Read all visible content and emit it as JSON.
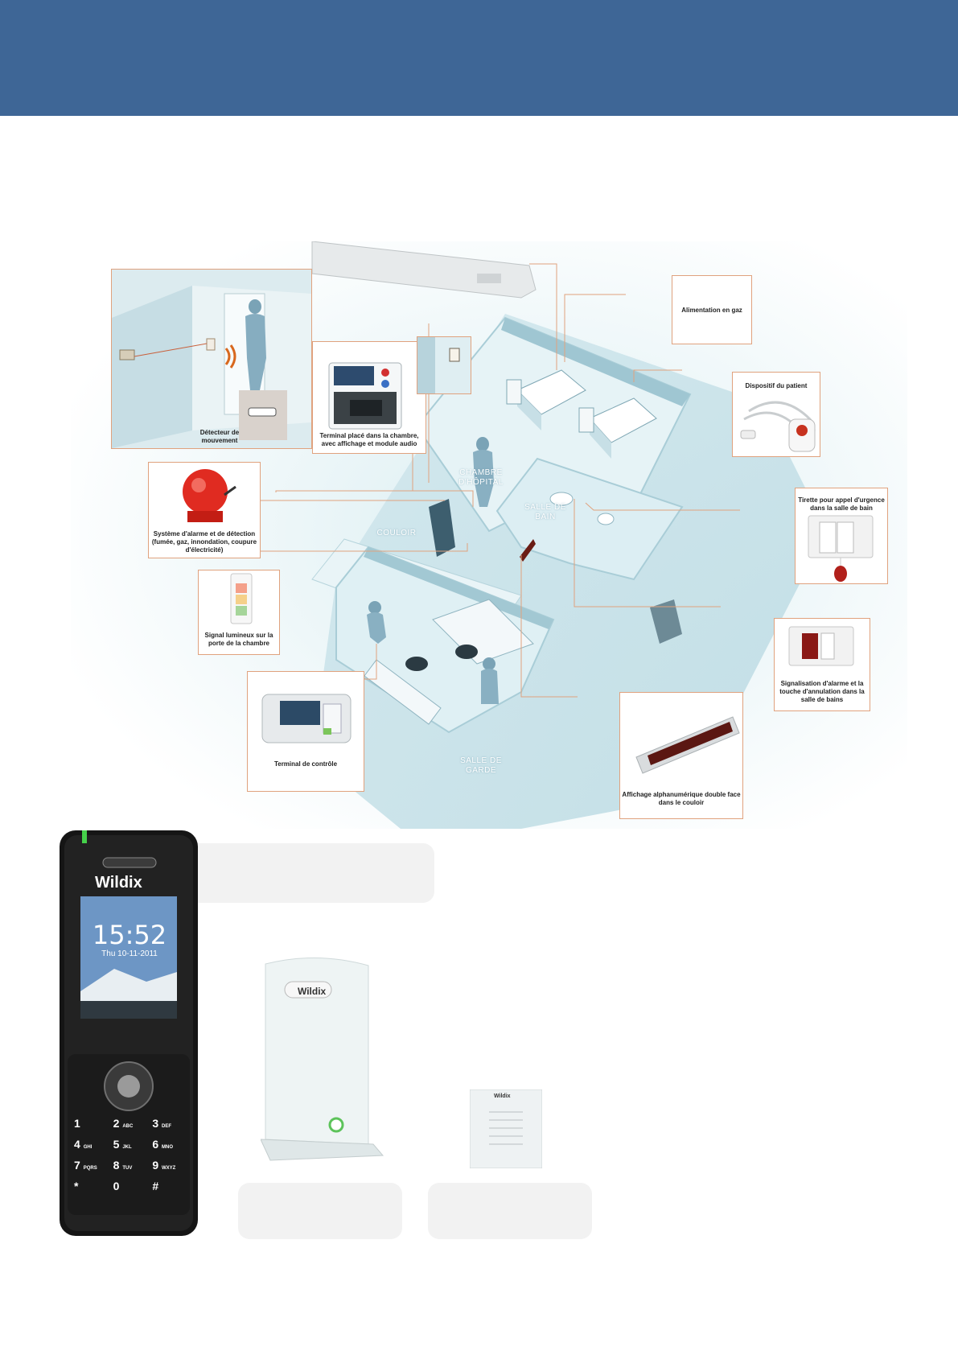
{
  "scene": {
    "areas": {
      "chambre": "CHAMBRE D'HÔPITAL",
      "salle_de_bain": "SALLE DE BAIN",
      "couloir": "COULOIR",
      "salle_de_garde": "SALLE DE GARDE"
    },
    "callouts": {
      "detecteur": "Détecteur de mouvement",
      "terminal_chambre": "Terminal placé dans la chambre, avec affichage et module audio",
      "alimentation_gaz": "Alimentation en gaz",
      "dispositif_patient": "Dispositif du patient",
      "systeme_alarme": "Système d'alarme et de détection (fumée, gaz, innondation, coupure d'électricité)",
      "tirette": "Tirette pour appel d'urgence dans la salle de bain",
      "signal_lumineux": "Signal lumineux sur la porte de la chambre",
      "signalisation": "Signalisation d'alarme et la touche d'annulation dans la salle de bains",
      "terminal_controle": "Terminal de contrôle",
      "affichage": "Affichage alphanumérique double face dans le couloir"
    }
  },
  "phone": {
    "brand": "Wildix",
    "time": "15:52",
    "date": "Thu 10-11-2011",
    "keys": [
      {
        "num": "1",
        "letters": ""
      },
      {
        "num": "2",
        "letters": "ABC"
      },
      {
        "num": "3",
        "letters": "DEF"
      },
      {
        "num": "4",
        "letters": "GHI"
      },
      {
        "num": "5",
        "letters": "JKL"
      },
      {
        "num": "6",
        "letters": "MNO"
      },
      {
        "num": "7",
        "letters": "PQRS"
      },
      {
        "num": "8",
        "letters": "TUV"
      },
      {
        "num": "9",
        "letters": "WXYZ"
      },
      {
        "num": "*",
        "letters": ""
      },
      {
        "num": "0",
        "letters": ""
      },
      {
        "num": "#",
        "letters": ""
      }
    ]
  },
  "base_station": {
    "brand": "Wildix"
  },
  "repeater": {
    "brand": "Wildix"
  },
  "colors": {
    "header": "#3e6696",
    "callout_border": "#e0a27e",
    "caption_box": "#f2f2f2"
  }
}
